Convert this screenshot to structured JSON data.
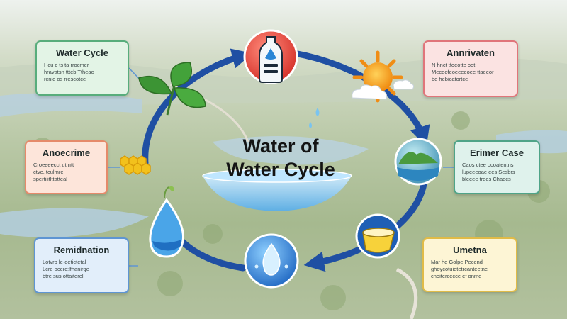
{
  "diagram": {
    "title_line1": "Water of",
    "title_line2": "Water Cycle"
  },
  "cards": {
    "water_cycle": {
      "title": "Water Cycle",
      "lines": [
        "Hcu c ts ta rrocmer",
        "hravatsn ttteb Ttheac",
        "rcnie os rrescotce"
      ]
    },
    "anroecrime": {
      "title": "Anoecrime",
      "lines": [
        "Croeeeecct ut ntt",
        "ctve. tculmre",
        "spertiiitlttatteal"
      ]
    },
    "remidnation": {
      "title": "Remidnation",
      "lines": [
        "Lotvrb le-oetictetal",
        "Lcre ocerc:lfhanirge",
        "btre sus ottaiterel"
      ]
    },
    "annrivaten": {
      "title": "Annrivaten",
      "lines": [
        "N hnct tfoeotte oot",
        "Meceofeoeeeeoee ttaeeor",
        "be hebicatortce"
      ]
    },
    "erimer_case": {
      "title": "Erimer Case",
      "lines": [
        "Caos ctee ocoatentns",
        "lupeeeoae ees Sesbrs",
        "bleeee trees Chaecs"
      ]
    },
    "umetna": {
      "title": "Umetna",
      "lines": [
        "Mar he Golpe Pecend",
        "ghoycotuietetrcanteetne",
        "cnoitercecce ef onme"
      ]
    }
  },
  "icons": [
    "water-bottle-icon",
    "sun-icon",
    "cloud-icon",
    "leaf-icon",
    "honeycomb-icon",
    "water-drop-icon",
    "landscape-lake-icon",
    "bucket-icon",
    "rain-globe-icon",
    "water-bowl-icon"
  ],
  "colors": {
    "cycle_arrow": "#1f4fa3",
    "bottle_circle": "#e8443a",
    "sun": "#f5a21b",
    "leaf": "#3f9a3a",
    "honeycomb": "#f2c11c",
    "drop": "#3b8fd6",
    "bowl": "#6fb6e8"
  }
}
